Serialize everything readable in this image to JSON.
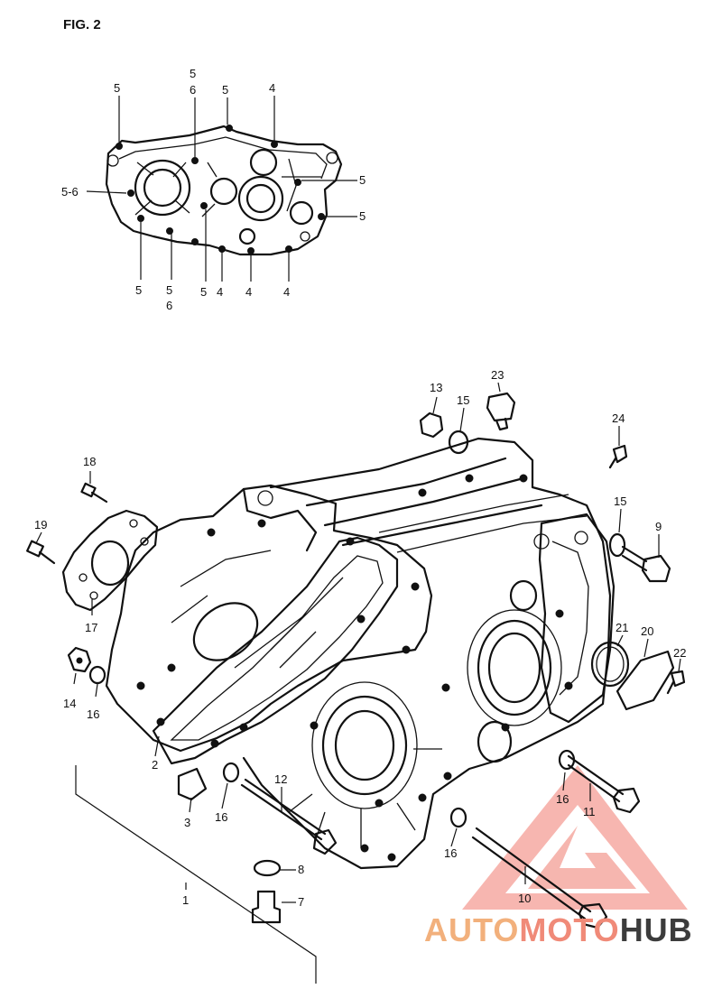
{
  "figure": {
    "title": "FIG. 2"
  },
  "inset_labels": [
    {
      "id": "i1",
      "text": "5"
    },
    {
      "id": "i2",
      "text": "5"
    },
    {
      "id": "i3",
      "text": "6"
    },
    {
      "id": "i4",
      "text": "5"
    },
    {
      "id": "i5",
      "text": "4"
    },
    {
      "id": "i6",
      "text": "5"
    },
    {
      "id": "i7",
      "text": "5-6"
    },
    {
      "id": "i8",
      "text": "5"
    },
    {
      "id": "i9",
      "text": "5"
    },
    {
      "id": "i10",
      "text": "5"
    },
    {
      "id": "i11",
      "text": "6"
    },
    {
      "id": "i12",
      "text": "5"
    },
    {
      "id": "i13",
      "text": "4"
    },
    {
      "id": "i14",
      "text": "4"
    },
    {
      "id": "i15",
      "text": "4"
    }
  ],
  "part_labels": [
    {
      "id": "p1",
      "text": "1"
    },
    {
      "id": "p2",
      "text": "2"
    },
    {
      "id": "p3",
      "text": "3"
    },
    {
      "id": "p7",
      "text": "7"
    },
    {
      "id": "p8",
      "text": "8"
    },
    {
      "id": "p9",
      "text": "9"
    },
    {
      "id": "p10",
      "text": "10"
    },
    {
      "id": "p11",
      "text": "11"
    },
    {
      "id": "p12",
      "text": "12"
    },
    {
      "id": "p13",
      "text": "13"
    },
    {
      "id": "p14",
      "text": "14"
    },
    {
      "id": "p15a",
      "text": "15"
    },
    {
      "id": "p15b",
      "text": "15"
    },
    {
      "id": "p16a",
      "text": "16"
    },
    {
      "id": "p16b",
      "text": "16"
    },
    {
      "id": "p16c",
      "text": "16"
    },
    {
      "id": "p16d",
      "text": "16"
    },
    {
      "id": "p17",
      "text": "17"
    },
    {
      "id": "p18",
      "text": "18"
    },
    {
      "id": "p19",
      "text": "19"
    },
    {
      "id": "p20",
      "text": "20"
    },
    {
      "id": "p21",
      "text": "21"
    },
    {
      "id": "p22",
      "text": "22"
    },
    {
      "id": "p23",
      "text": "23"
    },
    {
      "id": "p24",
      "text": "24"
    }
  ],
  "watermark": {
    "part1": "AUTO",
    "part2": "MOTO",
    "part3": "HUB",
    "colors": {
      "part1": "#f2b07c",
      "part2": "#f08a78",
      "part3": "#3c3c3c",
      "logo": "#e8483a"
    }
  }
}
